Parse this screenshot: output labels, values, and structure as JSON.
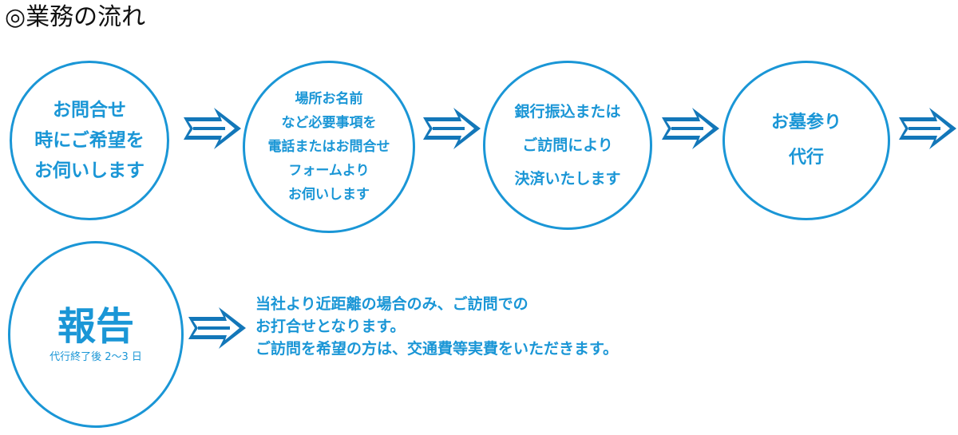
{
  "title": "◎業務の流れ",
  "steps": [
    {
      "lines": [
        "お問合せ",
        "時にご希望を",
        "お伺いします"
      ]
    },
    {
      "lines": [
        "場所お名前",
        "など必要事項を",
        "電話またはお問合せ",
        "フォームより",
        "お伺いします"
      ]
    },
    {
      "lines": [
        "銀行振込または",
        "ご訪問により",
        "決済いたします"
      ]
    },
    {
      "lines": [
        "お墓参り",
        "代行"
      ]
    }
  ],
  "report": {
    "title": "報告",
    "subtitle": "代行終了後 2〜3 日"
  },
  "note": {
    "lines": [
      "当社より近距離の場合のみ、ご訪問での",
      "お打合せとなります。",
      "ご訪問を希望の方は、交通費等実費をいただきます。"
    ]
  },
  "colors": {
    "accent": "#1a96d6",
    "arrow_dark": "#1377b9",
    "title": "#111111"
  },
  "icons": [
    "arrow-right-icon"
  ]
}
